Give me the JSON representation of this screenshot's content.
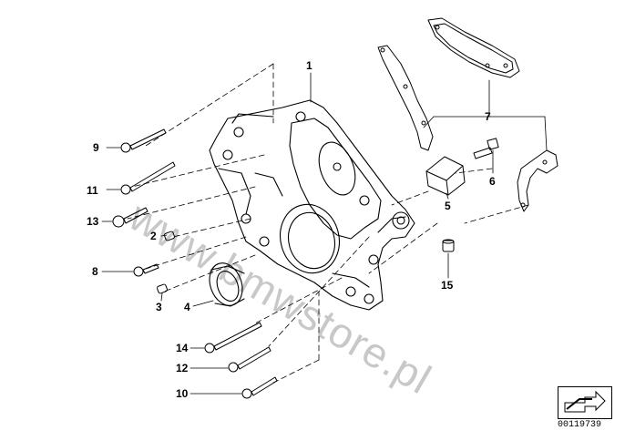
{
  "diagram": {
    "watermark": "www.bmwstore.pl",
    "image_code": "00119739",
    "callouts": [
      {
        "id": "c1",
        "label": "1"
      },
      {
        "id": "c2",
        "label": "2"
      },
      {
        "id": "c3",
        "label": "3"
      },
      {
        "id": "c4",
        "label": "4"
      },
      {
        "id": "c5",
        "label": "5"
      },
      {
        "id": "c6",
        "label": "6"
      },
      {
        "id": "c7",
        "label": "7"
      },
      {
        "id": "c8",
        "label": "8"
      },
      {
        "id": "c9",
        "label": "9"
      },
      {
        "id": "c10",
        "label": "10"
      },
      {
        "id": "c11",
        "label": "11"
      },
      {
        "id": "c12",
        "label": "12"
      },
      {
        "id": "c13",
        "label": "13"
      },
      {
        "id": "c14",
        "label": "14"
      },
      {
        "id": "c15",
        "label": "15"
      }
    ]
  },
  "colors": {
    "line": "#000000",
    "watermark": "#c8c8c8",
    "background": "#ffffff"
  }
}
